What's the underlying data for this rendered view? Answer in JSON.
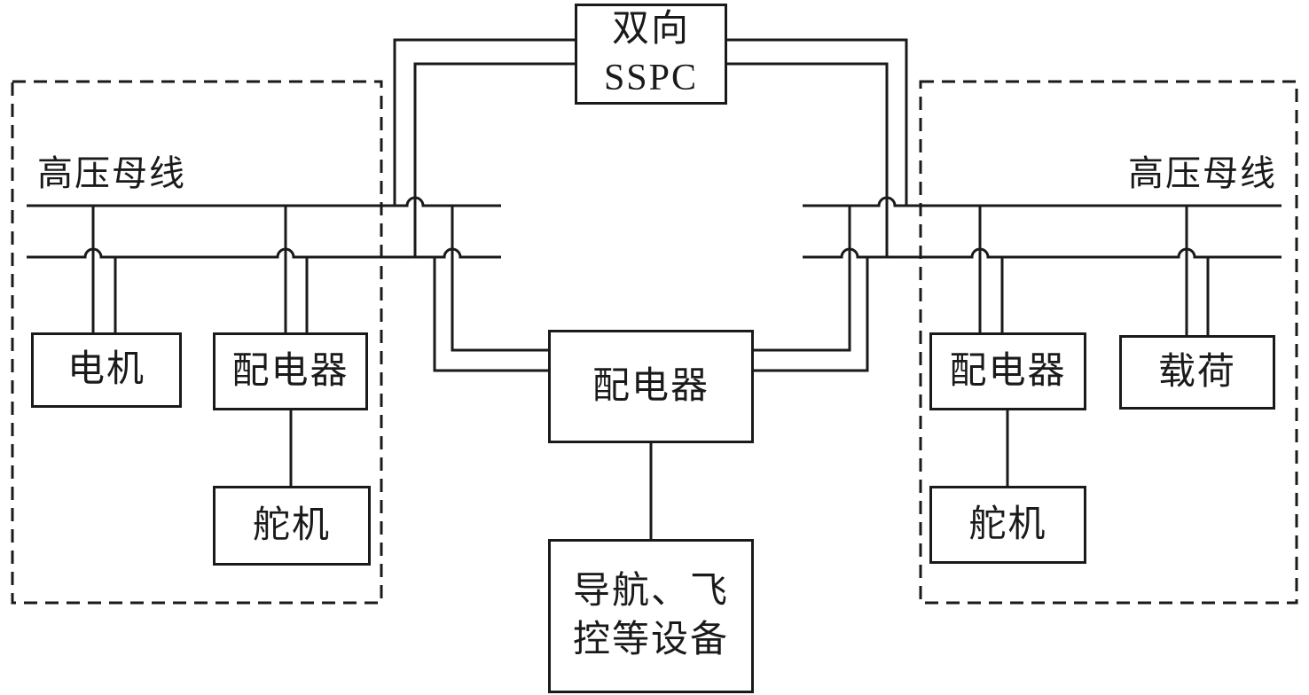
{
  "boxes": {
    "sspc_line1": "双向",
    "sspc_line2": "SSPC",
    "motor": "电机",
    "left_distributor": "配电器",
    "left_servo": "舵机",
    "center_distributor": "配电器",
    "nav_line1": "导航、飞",
    "nav_line2": "控等设备",
    "right_distributor": "配电器",
    "payload": "载荷",
    "right_servo": "舵机"
  },
  "labels": {
    "left_bus": "高压母线",
    "right_bus": "高压母线"
  },
  "colors": {
    "line": "#1a1a1a",
    "background": "#ffffff"
  }
}
